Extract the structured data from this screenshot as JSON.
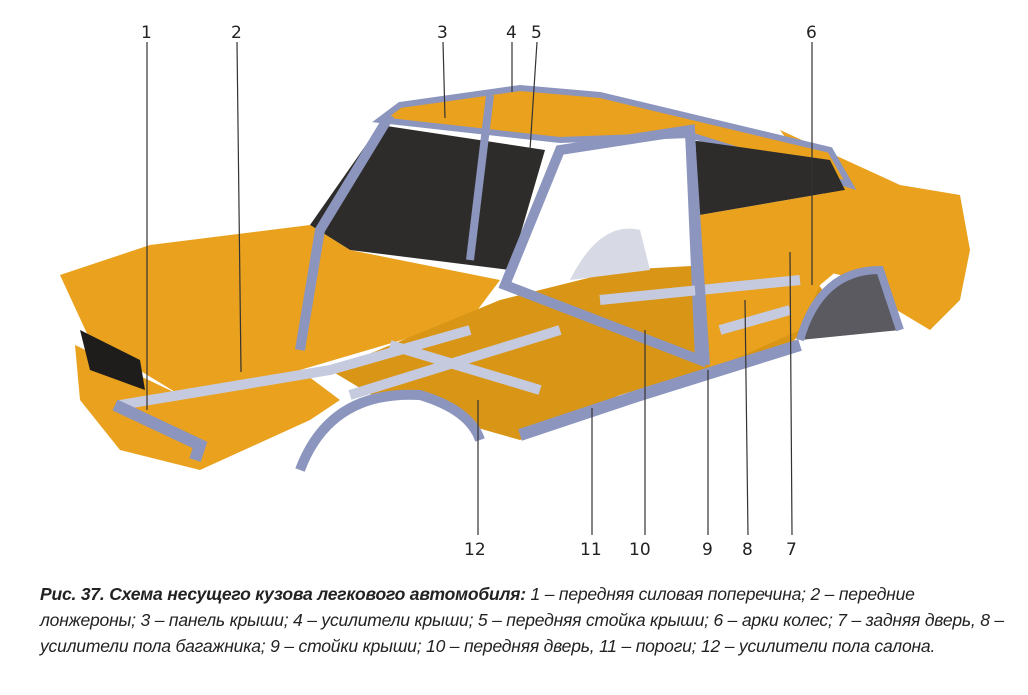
{
  "figure": {
    "callouts_top": [
      "1",
      "2",
      "3",
      "4",
      "5",
      "6"
    ],
    "callouts_bottom": [
      "12",
      "11",
      "10",
      "9",
      "8",
      "7"
    ],
    "colors": {
      "body": "#e9a11e",
      "body_dark": "#c98512",
      "frame": "#8c95bd",
      "frame_light": "#c5cadf",
      "glass": "#2e2c2a"
    }
  },
  "caption": {
    "title": "Рис. 37. Схема несущего кузова легкового автомобиля:",
    "text": " 1 – передняя силовая поперечина; 2 – передние лонжероны; 3 – панель крыши; 4 – усилители крыши; 5 – передняя стойка крыши; 6 – арки колес; 7 – задняя дверь, 8 – усилители пола багажника; 9 – стойки крыши; 10 – передняя дверь, 11 – пороги; 12 – усилители пола салона."
  }
}
